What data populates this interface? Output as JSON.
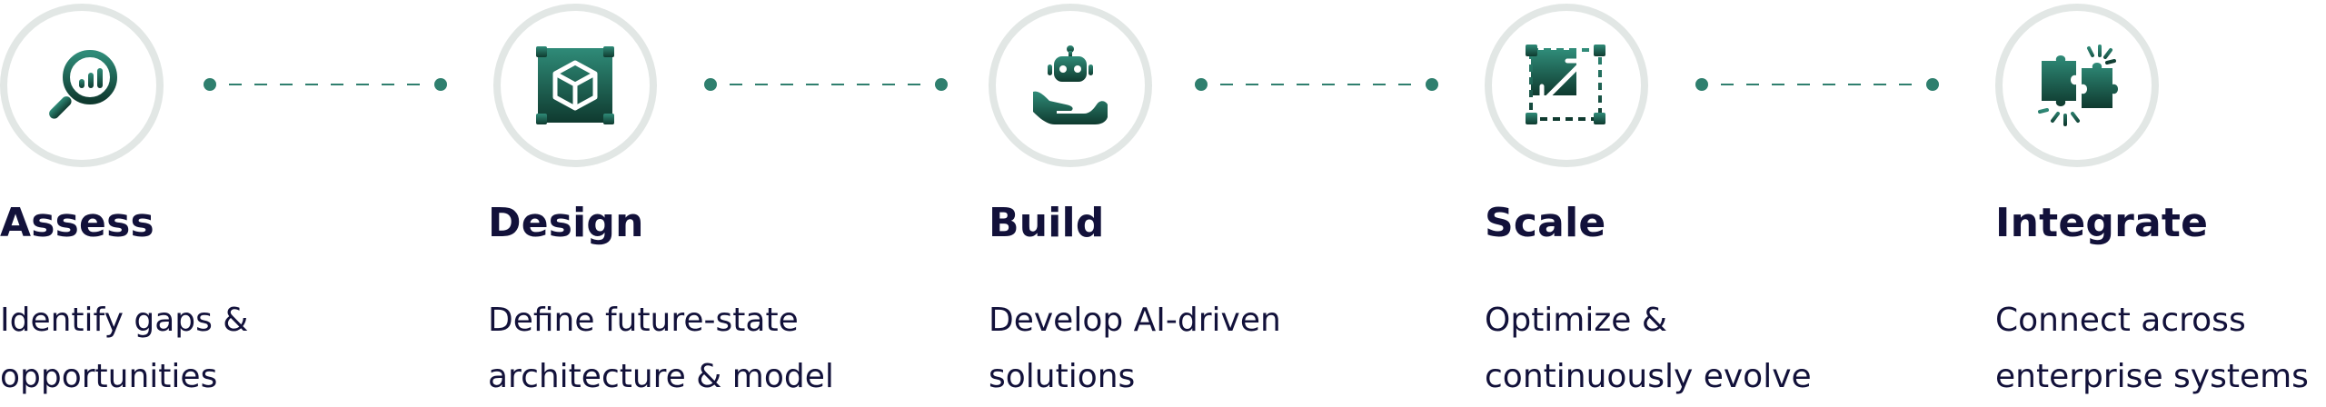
{
  "colors": {
    "accent": "#2f7f6e",
    "icon_gradient_top": "#2f8b78",
    "icon_gradient_bottom": "#0f3a2f",
    "ring": "#e2e7e5",
    "text": "#12113a"
  },
  "steps": [
    {
      "icon": "search-analytics-icon",
      "title": "Assess",
      "desc_line1": "Identify gaps &",
      "desc_line2": "opportunities"
    },
    {
      "icon": "cube-icon",
      "title": "Design",
      "desc_line1": "Define future-state",
      "desc_line2": "architecture & model"
    },
    {
      "icon": "robot-hand-icon",
      "title": "Build",
      "desc_line1": "Develop AI-driven",
      "desc_line2": "solutions"
    },
    {
      "icon": "scale-expand-icon",
      "title": "Scale",
      "desc_line1": "Optimize &",
      "desc_line2": "continuously evolve"
    },
    {
      "icon": "puzzle-icon",
      "title": "Integrate",
      "desc_line1": "Connect across",
      "desc_line2": "enterprise systems"
    }
  ]
}
